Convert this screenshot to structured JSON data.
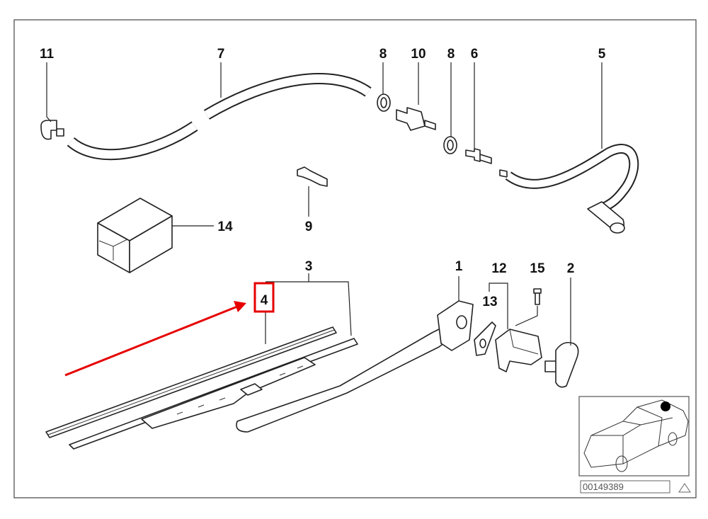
{
  "diagram": {
    "labels": {
      "p11": "11",
      "p7": "7",
      "p8a": "8",
      "p10": "10",
      "p8b": "8",
      "p6": "6",
      "p5": "5",
      "p14": "14",
      "p9": "9",
      "p3": "3",
      "p4": "4",
      "p1": "1",
      "p12": "12",
      "p15": "15",
      "p2": "2",
      "p13": "13"
    },
    "diagram_number": "00149389",
    "highlight_color": "#e60000",
    "highlighted_part": "4"
  }
}
